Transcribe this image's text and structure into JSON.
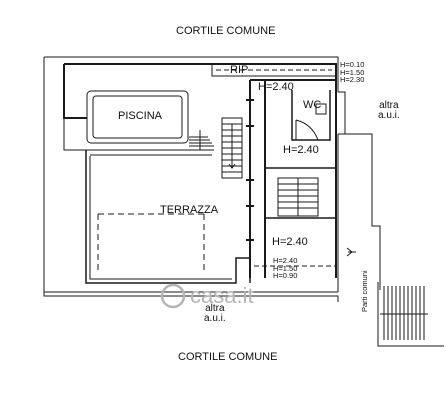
{
  "labels": {
    "courtyard_top": "CORTILE COMUNE",
    "courtyard_bottom": "CORTILE COMUNE",
    "rip": "RIP",
    "h_rip": [
      "H=0.10",
      "H=1.50",
      "H=2.30"
    ],
    "h_corridor_top": "H=2.40",
    "wc": "WC",
    "h_room": "H=2.40",
    "h_lower": "H=2.40",
    "h_bottom": [
      "H=2.40",
      "H=1.50",
      "H=0.90"
    ],
    "piscina": "PISCINA",
    "terrazza": "TERRAZZA",
    "altra_right": [
      "altra",
      "a.u.i."
    ],
    "altra_bottom": [
      "altra",
      "a.u.i."
    ],
    "parti_comuni": "Parti comuni"
  },
  "watermark": "casa.it",
  "colors": {
    "lines": "#1a1a1a",
    "watermark": "#b5b5b5"
  }
}
